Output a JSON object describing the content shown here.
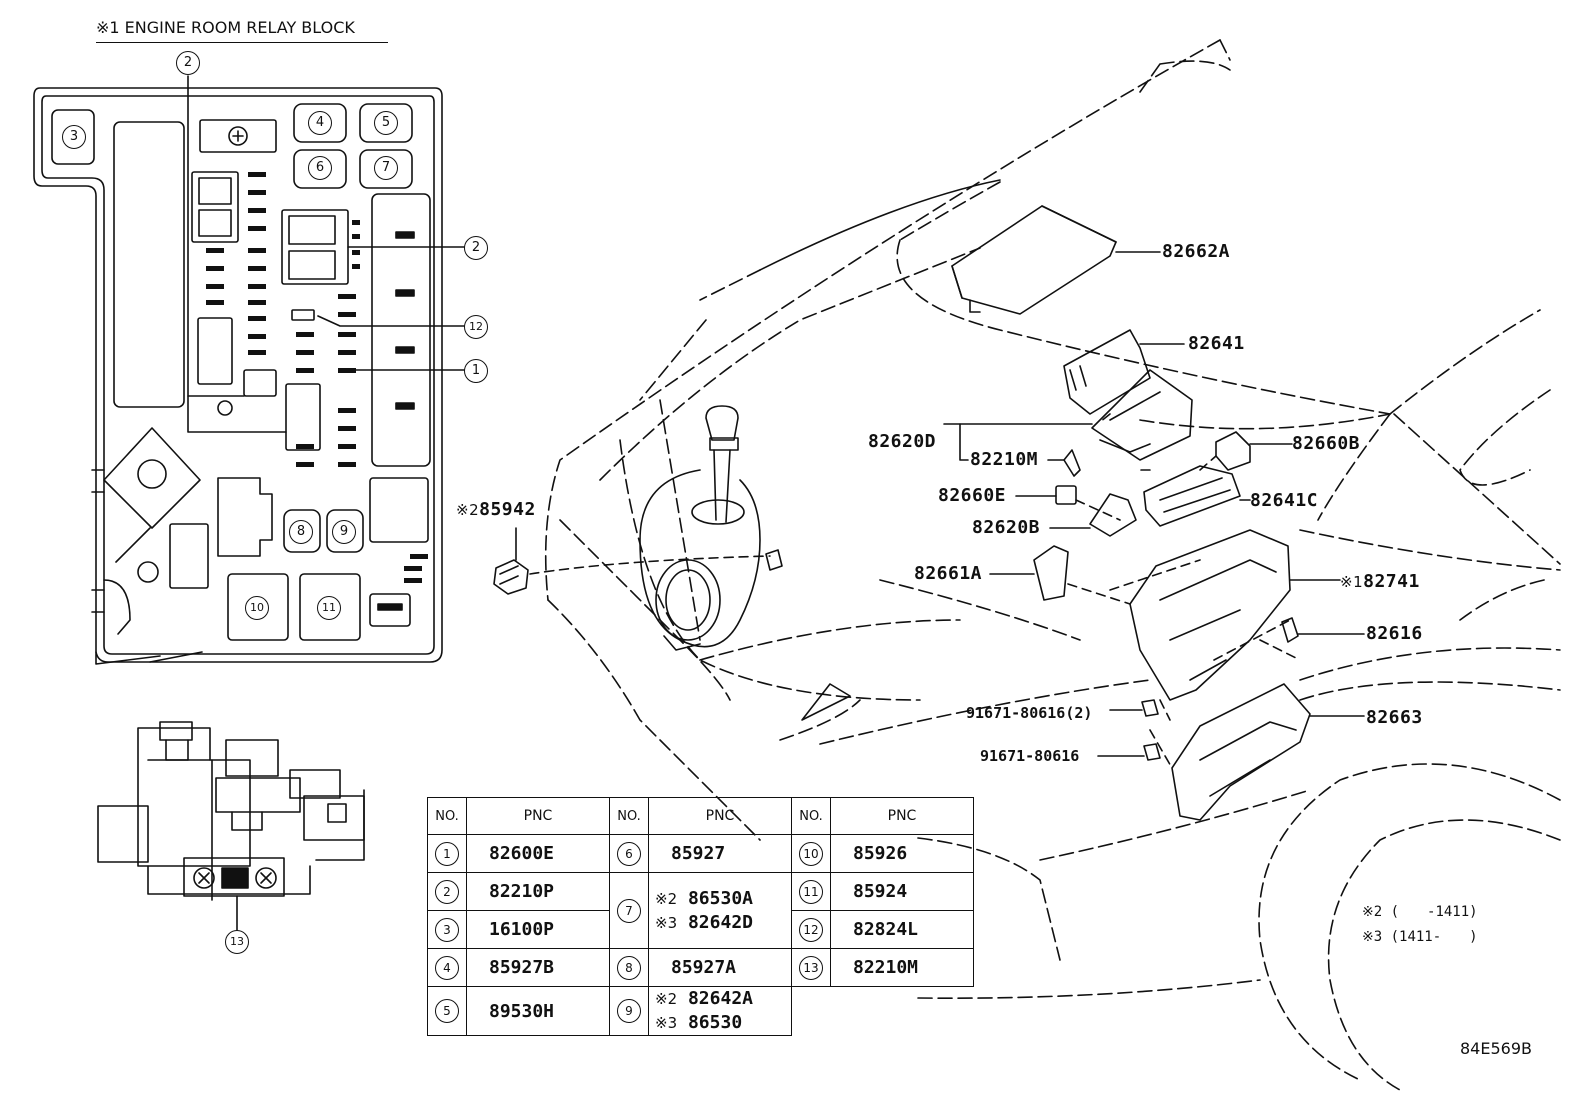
{
  "title": "※1 ENGINE ROOM RELAY BLOCK",
  "illustration_code": "84E569B",
  "notes": [
    "※2 (　　-1411)",
    "※3 (1411-　　)"
  ],
  "relay_block_callouts": [
    "2",
    "3",
    "4",
    "5",
    "6",
    "7",
    "2",
    "12",
    "1",
    "8",
    "9",
    "10",
    "11"
  ],
  "fuse_detail_callout": "13",
  "part_labels": {
    "p82662A": "82662A",
    "p82641": "82641",
    "p82620D": "82620D",
    "p82210M": "82210M",
    "p82660B": "82660B",
    "p82660E": "82660E",
    "p82641C": "82641C",
    "p85942_pre": "※2",
    "p85942": "85942",
    "p82620B": "82620B",
    "p82661A": "82661A",
    "p82741_pre": "※1",
    "p82741": "82741",
    "p82616": "82616",
    "p91671a": "91671-80616(2)",
    "p82663": "82663",
    "p91671b": "91671-80616"
  },
  "table": {
    "headers": {
      "no": "NO.",
      "pnc": "PNC"
    },
    "col1": [
      {
        "no": "1",
        "pnc": "82600E"
      },
      {
        "no": "2",
        "pnc": "82210P"
      },
      {
        "no": "3",
        "pnc": "16100P"
      },
      {
        "no": "4",
        "pnc": "85927B"
      },
      {
        "no": "5",
        "pnc": "89530H"
      }
    ],
    "col2": [
      {
        "no": "6",
        "pnc": "85927"
      },
      {
        "no": "7",
        "lines": [
          {
            "pre": "※2",
            "pnc": "86530A"
          },
          {
            "pre": "※3",
            "pnc": "82642D"
          }
        ]
      },
      {
        "no": "8",
        "pnc": "85927A"
      },
      {
        "no": "9",
        "lines": [
          {
            "pre": "※2",
            "pnc": "82642A"
          },
          {
            "pre": "※3",
            "pnc": "86530"
          }
        ]
      }
    ],
    "col3": [
      {
        "no": "10",
        "pnc": "85926"
      },
      {
        "no": "11",
        "pnc": "85924"
      },
      {
        "no": "12",
        "pnc": "82824L"
      },
      {
        "no": "13",
        "pnc": "82210M"
      }
    ]
  },
  "colors": {
    "ink": "#111111",
    "paper": "#ffffff"
  }
}
